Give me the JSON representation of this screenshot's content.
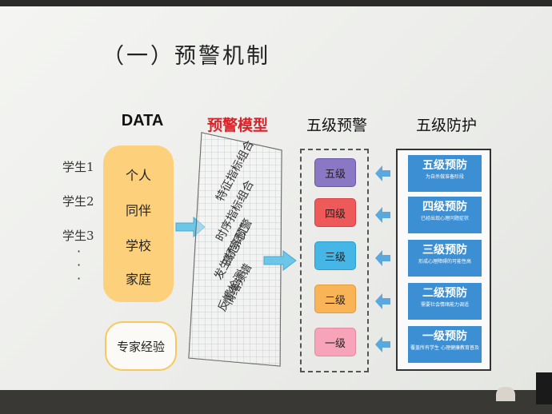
{
  "title": "（一）预警机制",
  "headers": {
    "data": "DATA",
    "model": "预警模型",
    "warning": "五级预警",
    "protection": "五级防护"
  },
  "students": [
    "学生1",
    "学生2",
    "学生3"
  ],
  "ellipsis": "·\n·\n·",
  "data_items": [
    "个人",
    "同伴",
    "学校",
    "家庭"
  ],
  "expert": "专家经验",
  "model_items": [
    "特征指标组合",
    "时序指标组合",
    "高危词汇",
    "发生频率预警",
    "情绪频谱",
    "反馈检测"
  ],
  "levels": [
    {
      "label": "五级",
      "color": "#8b78c4",
      "border": "#6b57a8"
    },
    {
      "label": "四级",
      "color": "#ee5a5a",
      "border": "#d24040"
    },
    {
      "label": "三级",
      "color": "#45b6e6",
      "border": "#2f9ccc"
    },
    {
      "label": "二级",
      "color": "#f9b457",
      "border": "#e29a3c"
    },
    {
      "label": "一级",
      "color": "#f7a3b8",
      "border": "#e38aa0"
    }
  ],
  "protections": [
    {
      "title": "五级预防",
      "desc": "为自杀做准备阶段"
    },
    {
      "title": "四级预防",
      "desc": "已经出现心理问题症状"
    },
    {
      "title": "三级预防",
      "desc": "形成心理障碍的可能性高"
    },
    {
      "title": "二级预防",
      "desc": "需要社会情绪能力调适"
    },
    {
      "title": "一级预防",
      "desc": "覆盖所有学生 心理健康教育普及"
    }
  ],
  "colors": {
    "data_fill": "#fdd07c",
    "arrow": "#6cc6e8",
    "protection_fill": "#3c8fd3",
    "model_title": "#d8232a"
  }
}
